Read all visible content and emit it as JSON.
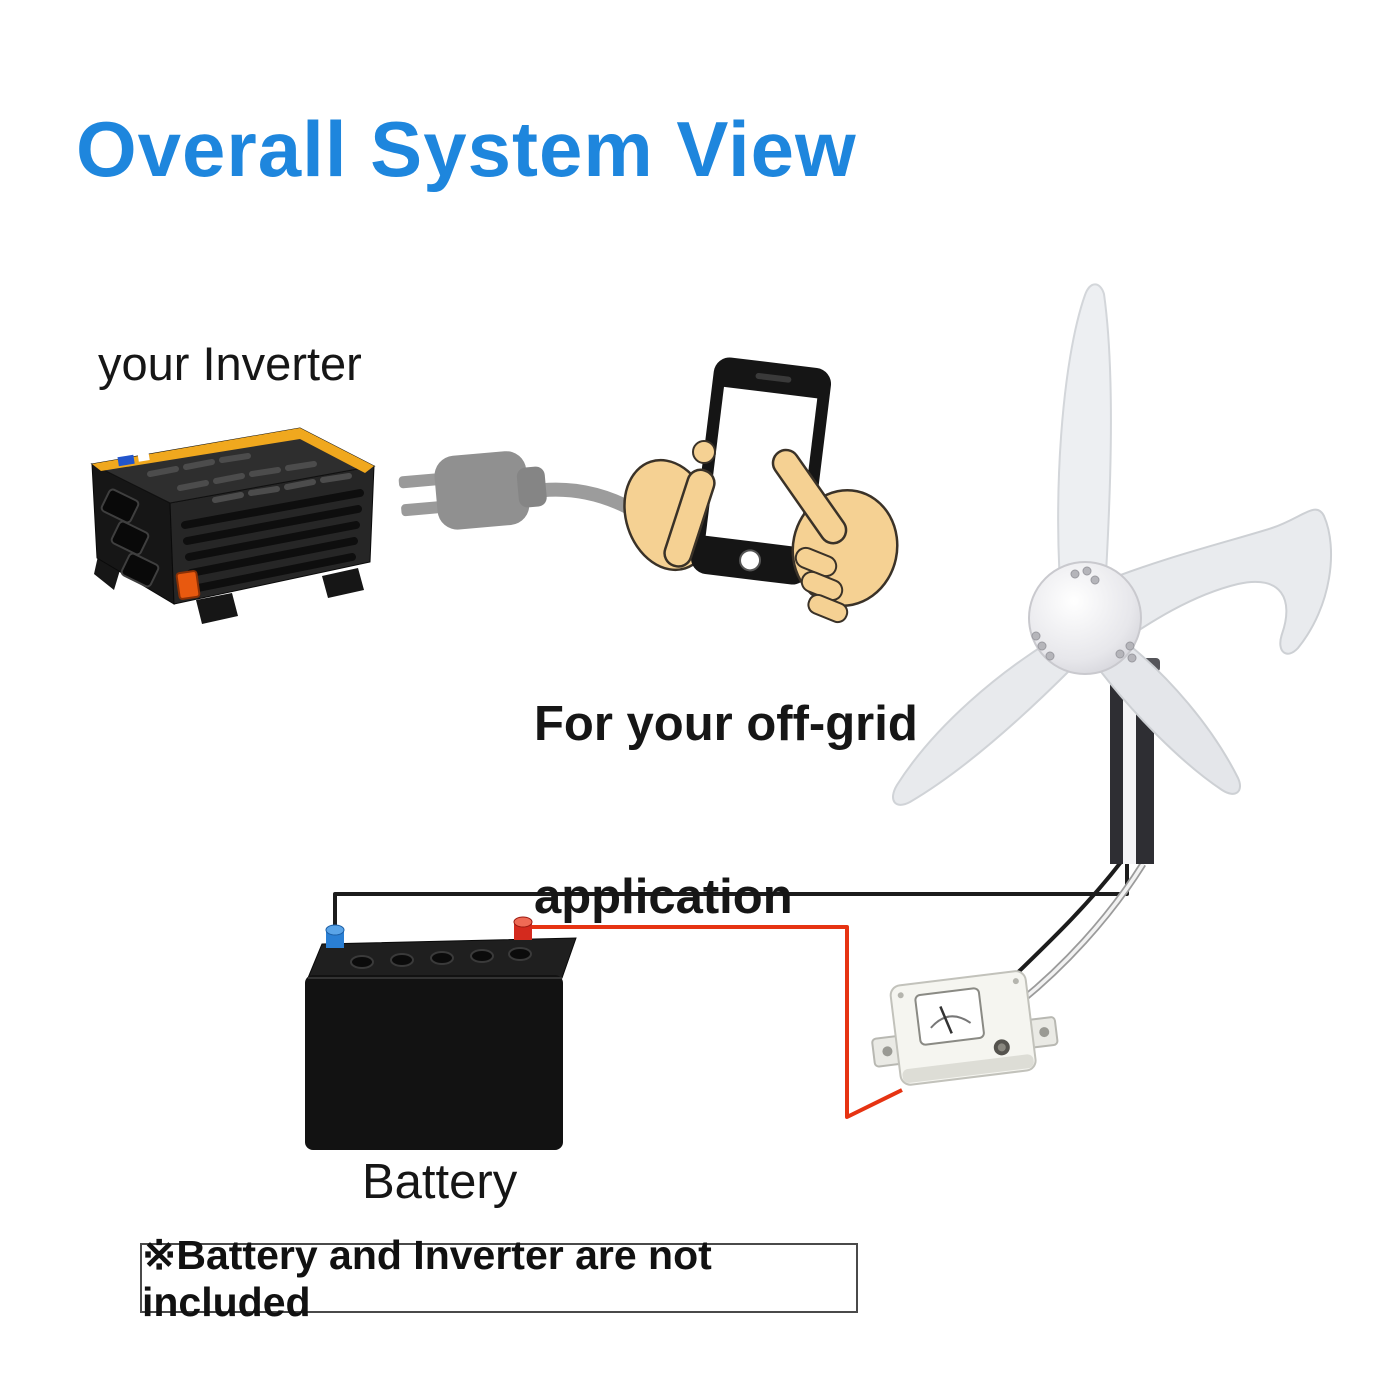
{
  "title": "Overall System View",
  "inverter": {
    "label": "your Inverter"
  },
  "offgrid": {
    "line1": "For your off-grid",
    "line2": "application"
  },
  "battery": {
    "label": "Battery"
  },
  "note": {
    "text": "※Battery and Inverter are not included"
  },
  "colors": {
    "title_blue": "#1e86dd",
    "wire_red": "#e63312",
    "wire_black": "#1c1c1c",
    "skin": "#f5d193",
    "turbine_body": "#edeff2",
    "inverter_accent_yellow": "#f0a81e",
    "terminal_blue": "#2a7fd4",
    "terminal_red": "#d42a1e"
  }
}
